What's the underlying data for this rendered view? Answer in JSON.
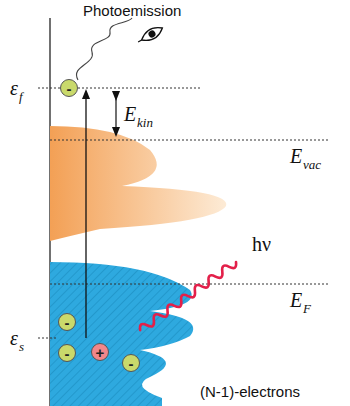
{
  "diagram": {
    "title": "Photoemission",
    "nodes": [
      {
        "text": [
          "-"
        ]
      },
      {
        "text": [
          "-"
        ]
      },
      {
        "text": [
          "-"
        ]
      },
      {
        "text": [
          "+"
        ]
      },
      {
        "text": [
          "-"
        ]
      }
    ],
    "labels": [
      "ε",
      "f",
      "E",
      "kin",
      "E",
      "vac",
      "hν",
      "E",
      "F",
      "ε",
      "s",
      "(N-1)-electrons"
    ]
  }
}
